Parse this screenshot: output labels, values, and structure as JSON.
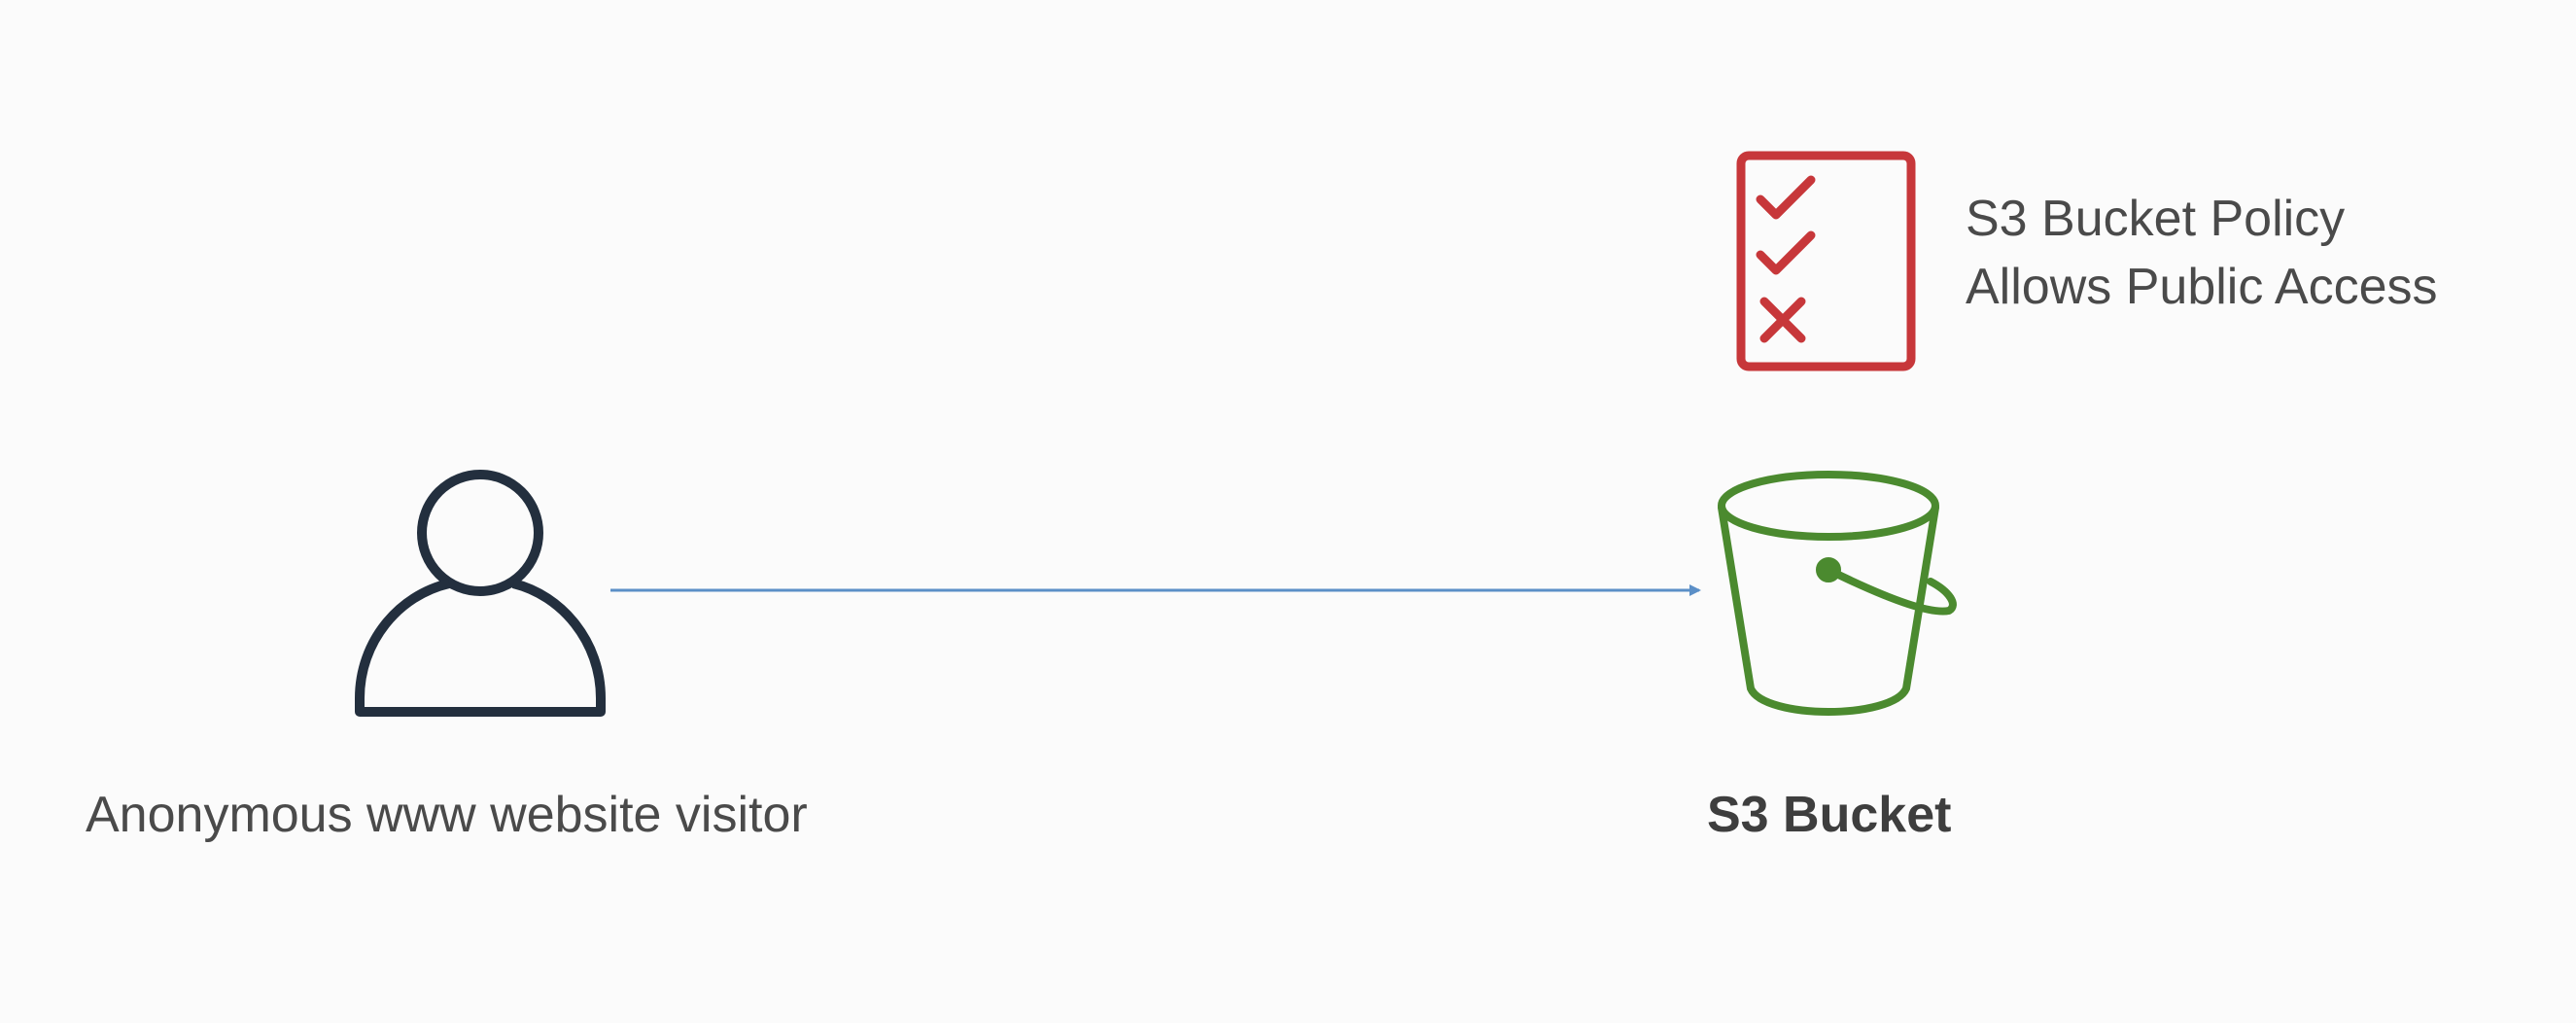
{
  "diagram": {
    "visitor": {
      "label": "Anonymous www website visitor",
      "icon": "user-icon",
      "color": "#232f3e"
    },
    "bucket": {
      "label": "S3 Bucket",
      "icon": "s3-bucket-icon",
      "color": "#4b8a2f"
    },
    "policy": {
      "line1": "S3 Bucket Policy",
      "line2": "Allows Public Access",
      "icon": "policy-checklist-icon",
      "color": "#c7373a"
    },
    "connection": {
      "from": "visitor",
      "to": "bucket",
      "color": "#5b8fc7"
    }
  }
}
